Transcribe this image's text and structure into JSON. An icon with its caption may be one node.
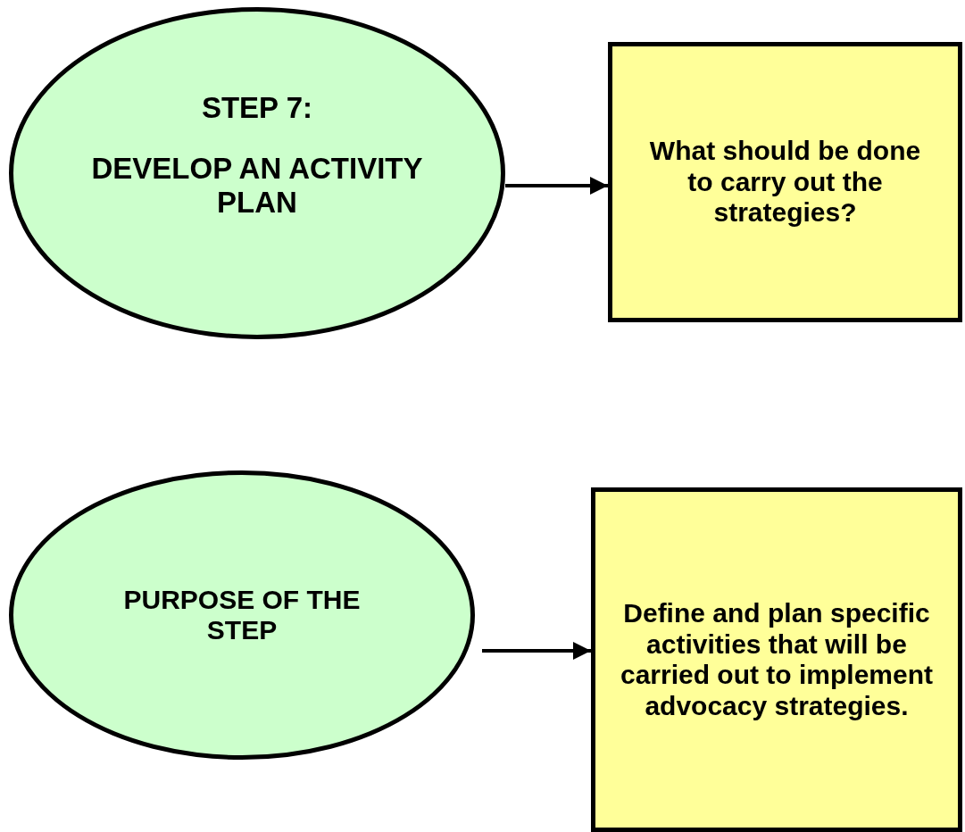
{
  "diagram": {
    "nodes": [
      {
        "text": [
          "STEP 7:",
          "DEVELOP AN ACTIVITY PLAN"
        ]
      },
      {
        "text": [
          "What should be done to carry out the strategies?"
        ]
      },
      {
        "text": [
          "PURPOSE OF THE STEP"
        ]
      },
      {
        "text": [
          "Define and plan specific activities that will be carried out to implement advocacy strategies."
        ]
      }
    ],
    "edges": [
      {
        "from": 0,
        "to": 1,
        "arrow": "to"
      },
      {
        "from": 2,
        "to": 3,
        "arrow": "to"
      }
    ]
  }
}
